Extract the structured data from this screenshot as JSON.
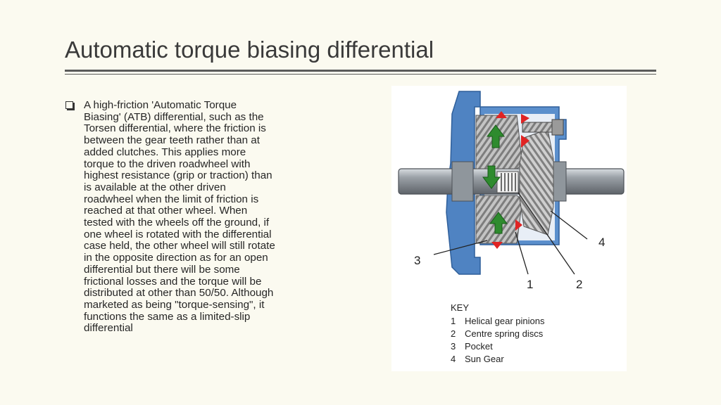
{
  "slide": {
    "title": "Automatic torque biasing differential",
    "bullet_text": "A high-friction 'Automatic Torque\nBiasing' (ATB) differential, such as the\nTorsen differential, where the friction is\nbetween the gear teeth rather than at\nadded clutches. This applies more\ntorque to the driven roadwheel with\nhighest resistance (grip or traction) than\nis available at the other driven\nroadwheel when the limit of friction is\nreached at that other wheel. When\ntested with the wheels off the ground, if\none wheel is rotated with the differential\ncase held, the other wheel will still rotate\nin the opposite direction as for an open\ndifferential but there will be some\nfrictional losses and the torque will be\ndistributed at other than 50/50. Although\nmarketed as being \"torque-sensing\", it\nfunctions the same as a limited-slip\ndifferential"
  },
  "figure": {
    "callouts": {
      "c1": "1",
      "c2": "2",
      "c3": "3",
      "c4": "4"
    },
    "key": {
      "heading": "KEY",
      "items": [
        {
          "num": "1",
          "label": "Helical gear pinions"
        },
        {
          "num": "2",
          "label": "Centre spring discs"
        },
        {
          "num": "3",
          "label": "Pocket"
        },
        {
          "num": "4",
          "label": "Sun Gear"
        }
      ]
    },
    "colors": {
      "housing": "#4f83c2",
      "housing_dark": "#2f5f9a",
      "shaft": "#9aa0a6",
      "gear": "#b8b8b8",
      "arrow_green": "#2e8b2e",
      "arrow_red": "#e02424"
    }
  }
}
